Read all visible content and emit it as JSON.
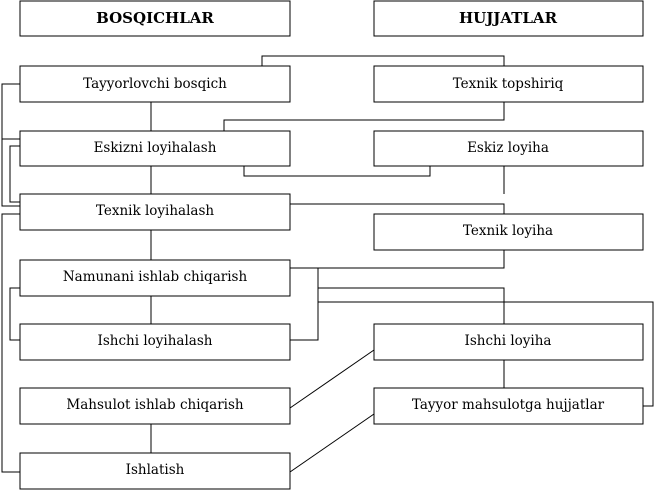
{
  "headers": {
    "stages": "BOSQICHLAR",
    "documents": "HUJJATLAR"
  },
  "stages": [
    "Tayyorlovchi bosqich",
    "Eskizni loyihalash",
    "Texnik loyihalash",
    "Namunani ishlab chiqarish",
    "Ishchi loyihalash",
    "Mahsulot ishlab chiqarish",
    "Ishlatish"
  ],
  "documents": [
    "Texnik topshiriq",
    "Eskiz loyiha",
    "Texnik loyiha",
    "Ishchi loyiha",
    "Tayyor mahsulotga hujjatlar"
  ]
}
